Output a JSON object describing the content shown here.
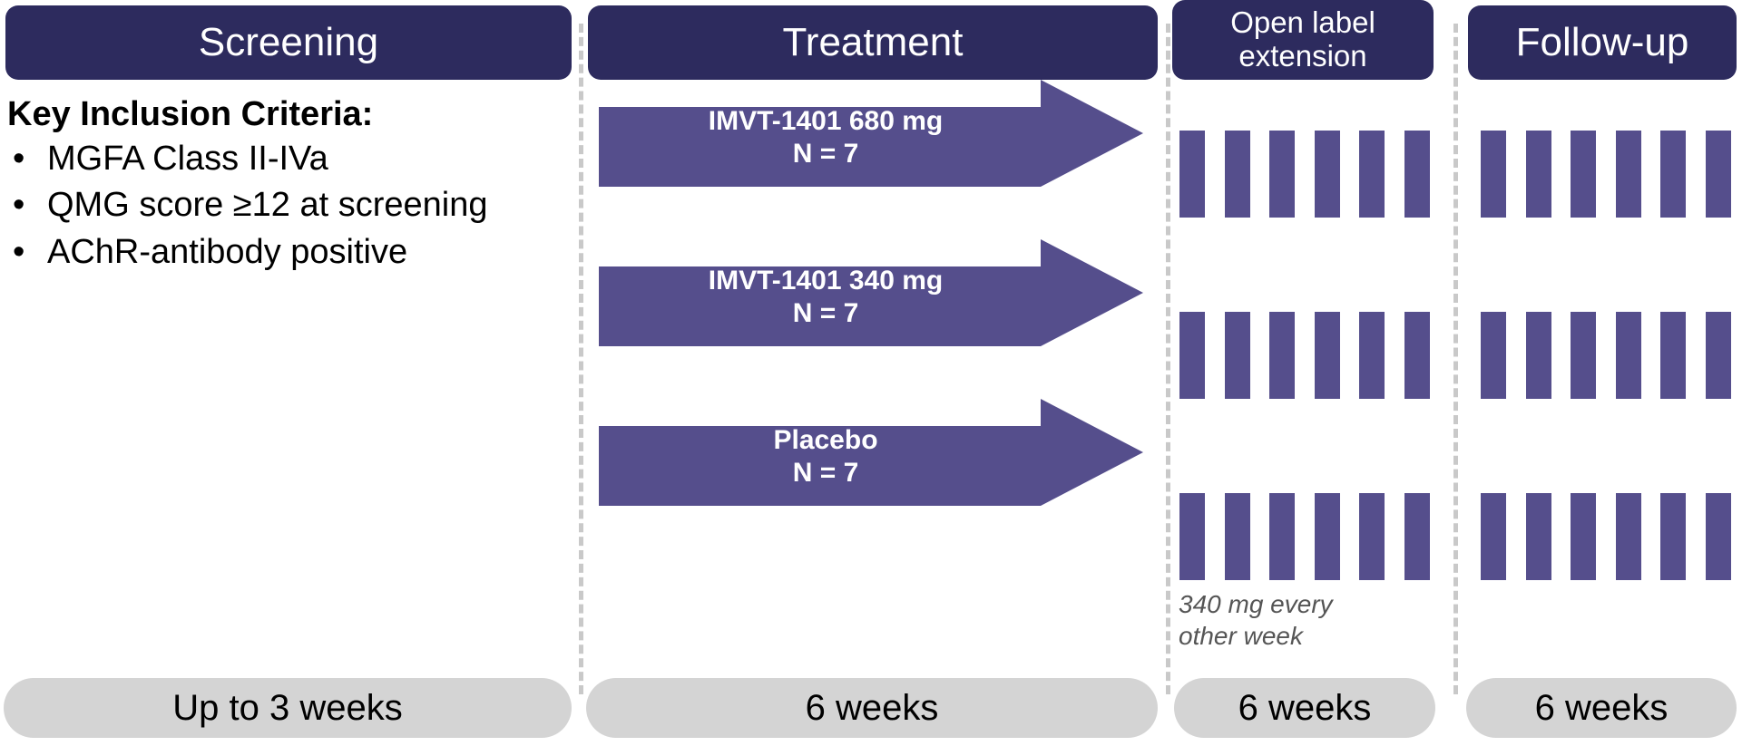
{
  "colors": {
    "header_navy": "#2d2b5e",
    "arrow_purple": "#554e8c",
    "pill_grey": "#d4d4d4",
    "divider_grey": "#c9c9c9",
    "caption_grey": "#555555"
  },
  "phases": [
    {
      "id": "screening",
      "label": "Screening",
      "duration": "Up to 3 weeks"
    },
    {
      "id": "treatment",
      "label": "Treatment",
      "duration": "6 weeks"
    },
    {
      "id": "ole",
      "label": "Open label extension",
      "duration": "6 weeks"
    },
    {
      "id": "followup",
      "label": "Follow-up",
      "duration": "6 weeks"
    }
  ],
  "criteria": {
    "title": "Key Inclusion Criteria:",
    "bullet_glyph": "•",
    "items": [
      "MGFA Class II-IVa",
      "QMG score ≥12 at screening",
      "AChR-antibody positive"
    ]
  },
  "arms": [
    {
      "id": "arm-high",
      "drug": "IMVT-1401 680 mg",
      "n": "N = 7"
    },
    {
      "id": "arm-low",
      "drug": "IMVT-1401 340 mg",
      "n": "N = 7"
    },
    {
      "id": "arm-placebo",
      "drug": "Placebo",
      "n": "N = 7"
    }
  ],
  "dosing": {
    "ole_caption_line1": "340 mg every",
    "ole_caption_line2": "other week",
    "bars_per_row": 6,
    "rows": 3
  }
}
